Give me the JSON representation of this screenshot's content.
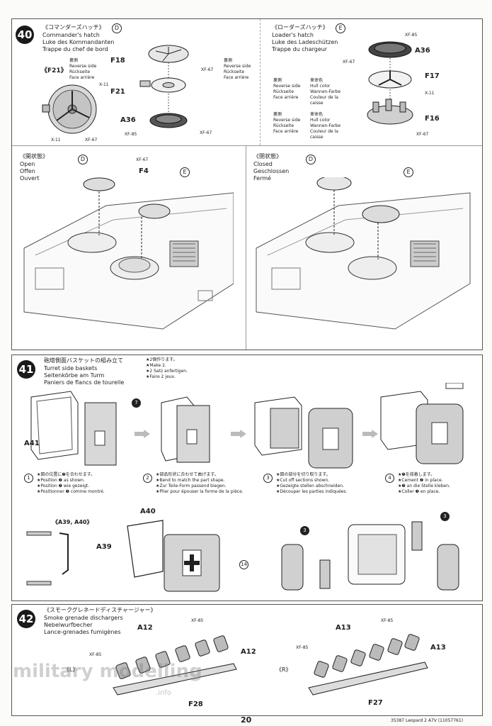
{
  "step40": {
    "num": "40",
    "cmd_jp": "《コマンダーズハッチ》",
    "cmd_letter": "D",
    "cmd_en": "Commander's hatch",
    "cmd_de": "Luke des Kommandanten",
    "cmd_fr": "Trappe du chef de bord",
    "f21_tag": "《F21》",
    "rev_jp": "裏側",
    "rev_en": "Reverse side",
    "rev_de": "Rückseite",
    "rev_fr": "Face arrière",
    "x11": "X-11",
    "xf67": "XF-67",
    "xf85": "XF-85",
    "f18": "F18",
    "f21": "F21",
    "a36": "A36",
    "ldr_jp": "《ローダーズハッチ》",
    "ldr_letter": "E",
    "ldr_en": "Loader's hatch",
    "ldr_de": "Luke des Ladeschützen",
    "ldr_fr": "Trappe du chargeur",
    "f17": "F17",
    "f16": "F16",
    "hull_jp": "車体色",
    "hull_en": "Hull color",
    "hull_de": "Wannen-Farbe",
    "hull_fr1": "Couleur de la",
    "hull_fr2": "caisse",
    "open_jp": "《開状態》",
    "open_en": "Open",
    "open_de": "Offen",
    "open_fr": "Ouvert",
    "f4": "F4",
    "closed_jp": "《閉状態》",
    "closed_en": "Closed",
    "closed_de": "Geschlossen",
    "closed_fr": "Fermé"
  },
  "step41": {
    "num": "41",
    "jp": "砲塔側面バスケットの組み立て",
    "en": "Turret side baskets",
    "de": "Seitenkörbe am Turm",
    "fr": "Paniers de flancs de tourelle",
    "make_jp": "★2個作ります。",
    "make_en": "★Make 2.",
    "make_de": "★2 Satz anfertigen.",
    "make_fr": "★Faire 2 jeux.",
    "a41": "A41",
    "n7": "7",
    "n3": "3",
    "n14": "14",
    "s1": "1",
    "s1_jp": "★図の位置に❼を合わせます。",
    "s1_en": "★Position ❼ as shown.",
    "s1_de": "★Position ❼ wie gezeigt.",
    "s1_fr": "★Positionner ❼ comme montré.",
    "s2": "2",
    "s2_jp": "★部品形状に合わせて曲げます。",
    "s2_en": "★Bend to match the part shape.",
    "s2_de": "★Zur Teile-Form passend biegen.",
    "s2_fr": "★Plier pour épouser la forme de la pièce.",
    "s3": "3",
    "s3_jp": "★図の部分を切り取ります。",
    "s3_en": "★Cut off sections shown.",
    "s3_de": "★Gezeigte stellen abschneiden.",
    "s3_fr": "★Découper les parties indiquées.",
    "s4": "4",
    "s4_jp": "★❼を接着します。",
    "s4_en": "★Cement ❼ in place.",
    "s4_de": "★❼ an die Stelle kleben.",
    "s4_fr": "★Coller ❼ en place.",
    "a39a40": "《A39, A40》",
    "a40": "A40",
    "a39": "A39"
  },
  "step42": {
    "num": "42",
    "jp": "《スモークグレネードディスチャージャー》",
    "en": "Smoke grenade dischargers",
    "de": "Nebelwurfbecher",
    "fr": "Lance-grenades fumigènes",
    "a12": "A12",
    "a13": "A13",
    "xf85": "XF-85",
    "left": "《L》",
    "right": "《R》",
    "f28": "F28",
    "f27": "F27"
  },
  "footer": {
    "page": "20",
    "code": "35387  Leopard 2 A7V (11057761)"
  },
  "watermark": {
    "text": "military modelling",
    "sub": ".info"
  }
}
